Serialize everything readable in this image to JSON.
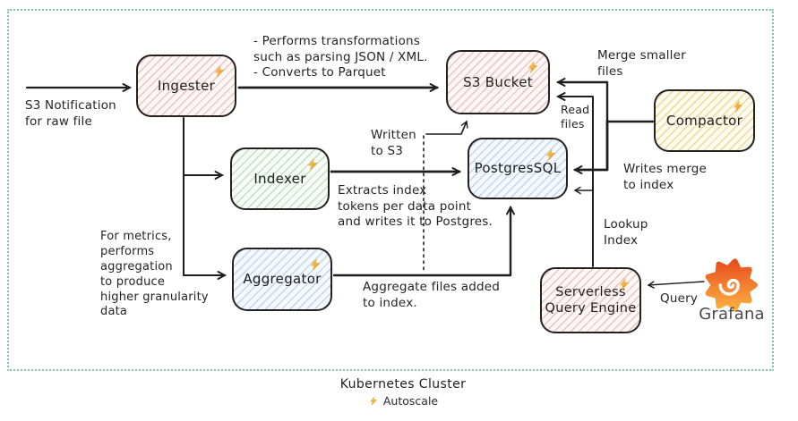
{
  "nodes": [
    {
      "label": "Ingester"
    },
    {
      "label": "Indexer"
    },
    {
      "label": "Aggregator"
    },
    {
      "label": "S3 Bucket"
    },
    {
      "label": "PostgresSQL"
    },
    {
      "label": "Compactor"
    },
    {
      "label": "Serverless\nQuery Engine"
    }
  ],
  "annotations": {
    "s3_notification": "S3 Notification\nfor raw file",
    "transformations": "- Performs transformations\nsuch as parsing JSON / XML.\n- Converts to Parquet",
    "merge_smaller": "Merge smaller\nfiles",
    "read_files": "Read\nfiles",
    "written_to_s3": "Written\nto S3",
    "extracts_index": "Extracts index\ntokens per data point\nand writes it to Postgres.",
    "writes_merge": "Writes merge\nto index",
    "lookup_index": "Lookup\nIndex",
    "for_metrics": "For metrics,\nperforms\naggregation\nto produce\nhigher granularity\ndata",
    "aggregate_files": "Aggregate files added\nto index.",
    "query": "Query"
  },
  "grafana": {
    "label": "Grafana"
  },
  "legend": {
    "cluster": "Kubernetes Cluster",
    "autoscale": "Autoscale"
  },
  "icons": {
    "bolt": "autoscale-lightning-bolt",
    "grafana": "grafana-flame-spiral-logo"
  },
  "colors": {
    "node_border": "#24211e",
    "hatch_red": "#d66767",
    "hatch_green": "#5da865",
    "hatch_blue": "#5c90d2",
    "hatch_yellow": "#d4b235",
    "cluster_border": "#7ec3a2",
    "bolt_gradient": [
      "#f6c445",
      "#e78f2e"
    ],
    "grafana_gradient": [
      "#e94e1f",
      "#fbb040"
    ],
    "arrow": "#1e1e1e"
  }
}
